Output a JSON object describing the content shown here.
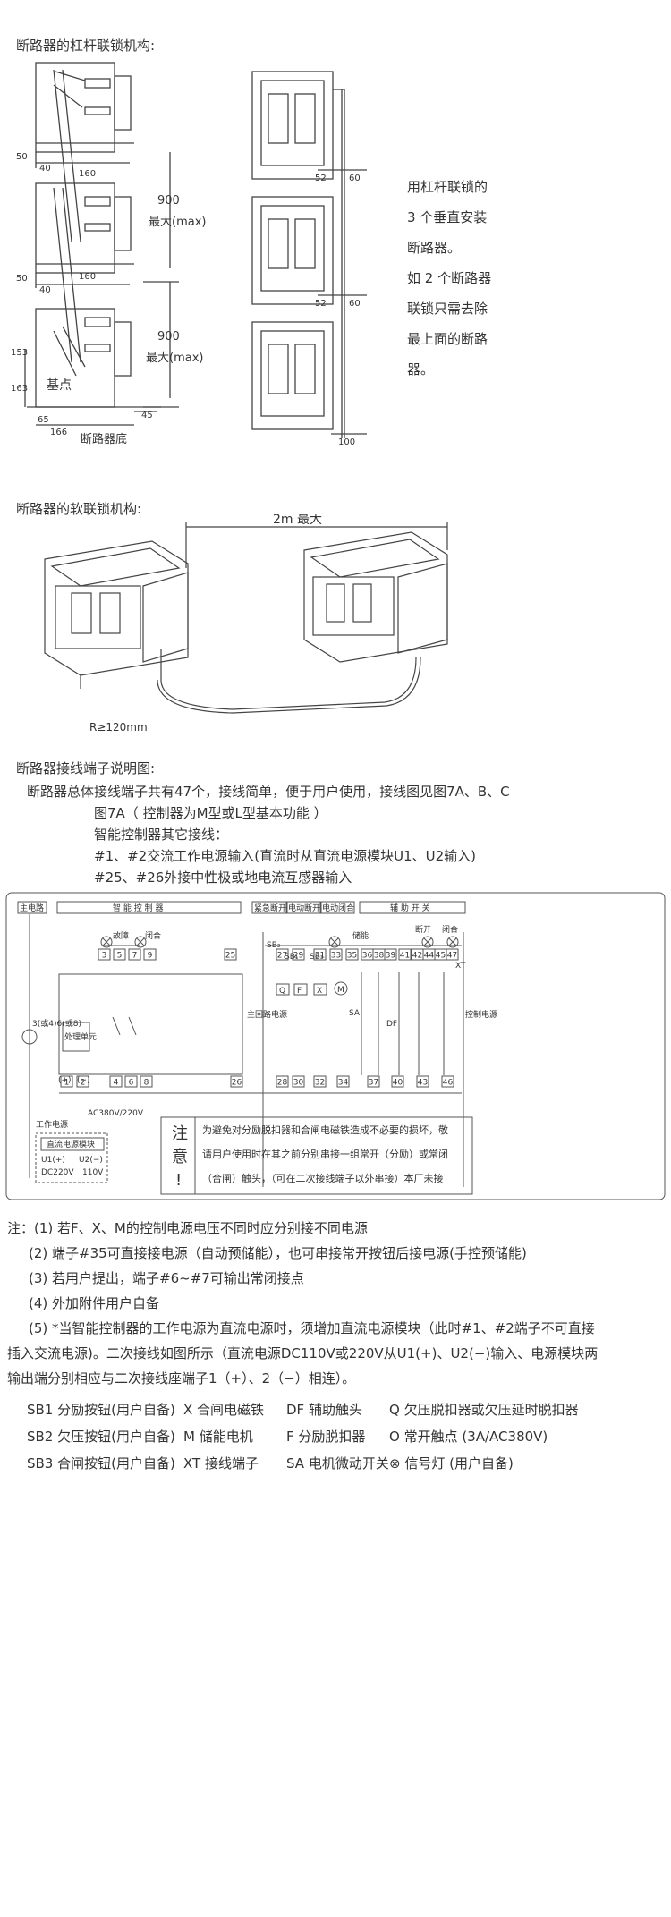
{
  "section1": {
    "title": "断路器的杠杆联锁机构:",
    "side_note": [
      "用杠杆联锁的",
      "3 个垂直安装",
      "断路器。",
      "如 2 个断路器",
      "联锁只需去除",
      "最上面的断路",
      "器。"
    ],
    "dims": {
      "d50a": "50",
      "d40a": "40",
      "d160a": "160",
      "d900a": "900",
      "maxa": "最大(max)",
      "d50b": "50",
      "d40b": "40",
      "d160b": "160",
      "d900b": "900",
      "maxb": "最大(max)",
      "d153": "153",
      "d163": "163",
      "d65": "65",
      "d166": "166",
      "d45": "45",
      "base_point": "基点",
      "base": "断路器底",
      "r52a": "52",
      "r60a": "60",
      "r52b": "52",
      "r60b": "60",
      "r100": "100"
    }
  },
  "section2": {
    "title": "断路器的软联锁机构:",
    "max_dist": "2m 最大",
    "radius": "R≥120mm"
  },
  "section3": {
    "title": "断路器接线端子说明图:",
    "intro": [
      "断路器总体接线端子共有47个，接线简单，便于用户使用，接线图见图7A、B、C",
      "图7A（ 控制器为M型或L型基本功能 ）",
      "智能控制器其它接线：",
      "#1、#2交流工作电源输入(直流时从直流电源模块U1、U2输入)",
      "#25、#26外接中性极或地电流互感器输入"
    ]
  },
  "wiring": {
    "headers": {
      "main": "主电路",
      "ctrl": "智 能 控 制 器",
      "estop": "紧急断开",
      "ebreak": "电动断开",
      "eclose": "电动闭合",
      "aux": "辅 助 开 关"
    },
    "lamps": {
      "fault": "故障",
      "close": "闭合",
      "store": "储能",
      "open": "断开",
      "close2": "闭合"
    },
    "top_terms": [
      "3",
      "5",
      "7",
      "9",
      "25",
      "27",
      "29",
      "31",
      "33",
      "35",
      "36",
      "38",
      "39",
      "41",
      "42",
      "44",
      "45",
      "47"
    ],
    "bottom_terms": [
      "1",
      "2",
      "4",
      "6",
      "8",
      "26",
      "28",
      "30",
      "32",
      "34",
      "37",
      "40",
      "43",
      "46"
    ],
    "labels": {
      "xt": "XT",
      "q": "Q",
      "f": "F",
      "x": "X",
      "m": "M",
      "sa": "SA",
      "df": "DF",
      "main_power": "主回路电源",
      "ctrl_power": "控制电源",
      "ct": "3(或4)6(或8)",
      "proc": "处理单元",
      "sb2": "SB₂",
      "sb1": "SB₁",
      "sb3": "SB₃",
      "plus": "(+)",
      "minus": "(−)",
      "work_power": "工作电源",
      "ac": "AC380V/220V",
      "dc_module": "直流电源模块",
      "u1": "U1(+)",
      "u2": "U2(−)",
      "dc220": "DC220V",
      "v110": "110V"
    },
    "notice_title": [
      "注",
      "意",
      "!"
    ],
    "notice_text": [
      "为避免对分励脱扣器和合闸电磁铁造成不必要的损坏，敬",
      "请用户使用时在其之前分别串接一组常开（分励）或常闭",
      "（合闸）触头，（可在二次接线端子以外串接）本厂未接"
    ]
  },
  "notes": [
    "注：(1) 若F、X、M的控制电源电压不同时应分别接不同电源",
    "(2) 端子#35可直接接电源（自动预储能），也可串接常开按钮后接电源(手控预储能)",
    "(3) 若用户提出，端子#6~#7可输出常闭接点",
    "(4) 外加附件用户自备",
    "(5) *当智能控制器的工作电源为直流电源时，须增加直流电源模块（此时#1、#2端子不可直接",
    "插入交流电源)。二次接线如图所示（直流电源DC110V或220V从U1(+)、U2(−)输入、电源模块两",
    "输出端分别相应与二次接线座端子1（+）、2（−）相连）。"
  ],
  "legend": [
    [
      "SB1 分励按钮(用户自备)",
      "X 合闸电磁铁",
      "DF 辅助触头",
      "Q 欠压脱扣器或欠压延时脱扣器"
    ],
    [
      "SB2 欠压按钮(用户自备)",
      "M 储能电机",
      "F 分励脱扣器",
      "O 常开触点 (3A/AC380V)"
    ],
    [
      "SB3 合闸按钮(用户自备)",
      "XT 接线端子",
      "SA 电机微动开关",
      "⊗ 信号灯 (用户自备)"
    ]
  ]
}
